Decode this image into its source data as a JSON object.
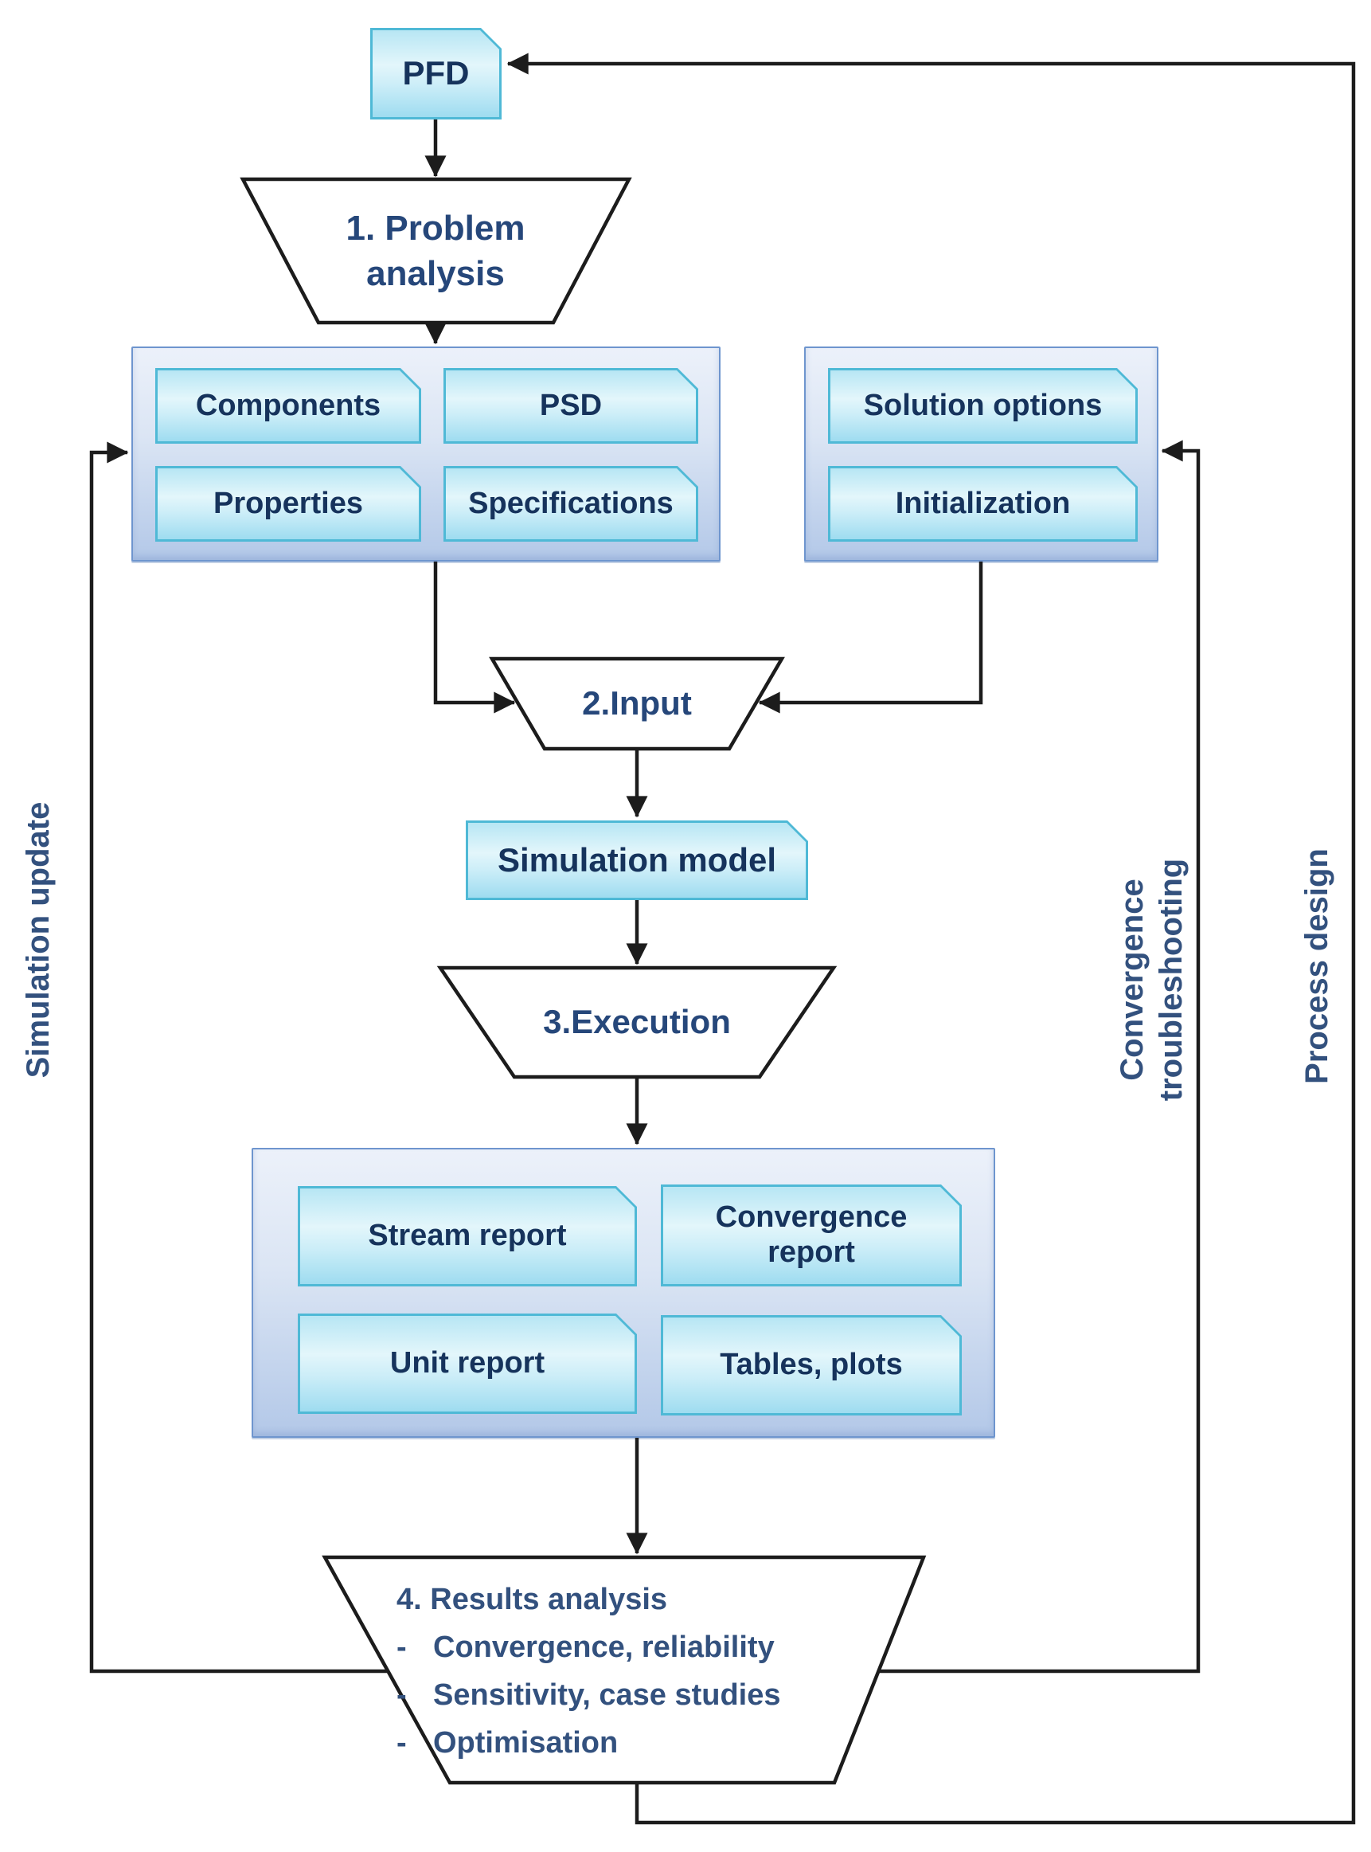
{
  "diagram": {
    "pfd": "PFD",
    "step1": {
      "lines": [
        "1. Problem",
        "analysis"
      ]
    },
    "input_group_left": {
      "items": [
        "Components",
        "PSD",
        "Properties",
        "Specifications"
      ]
    },
    "input_group_right": {
      "items": [
        "Solution options",
        "Initialization"
      ]
    },
    "step2": "2.Input",
    "simulation_model": "Simulation model",
    "step3": "3.Execution",
    "report_group": {
      "items": [
        "Stream report",
        "Convergence report",
        "Unit report",
        "Tables, plots"
      ]
    },
    "step4": {
      "title": "4. Results analysis",
      "bullet": "-",
      "items": [
        "Convergence, reliability",
        "Sensitivity, case studies",
        "Optimisation"
      ]
    },
    "loop_labels": {
      "left": "Simulation update",
      "right_inner": "Convergence troubleshooting",
      "right_outer": "Process design"
    }
  },
  "colors": {
    "note_fill_top": "#b7e6f4",
    "note_fill_bottom": "#9edcf0",
    "note_border": "#4fb9d6",
    "container_fill_top": "#ecf1fa",
    "container_fill_bottom": "#b3c8e8",
    "container_border": "#6e95ce",
    "connector": "#1c1c1c",
    "box_text": "#16335c",
    "step_text": "#26477a",
    "loop_text": "#33517e",
    "trapezoid_fill": "#ffffff"
  }
}
